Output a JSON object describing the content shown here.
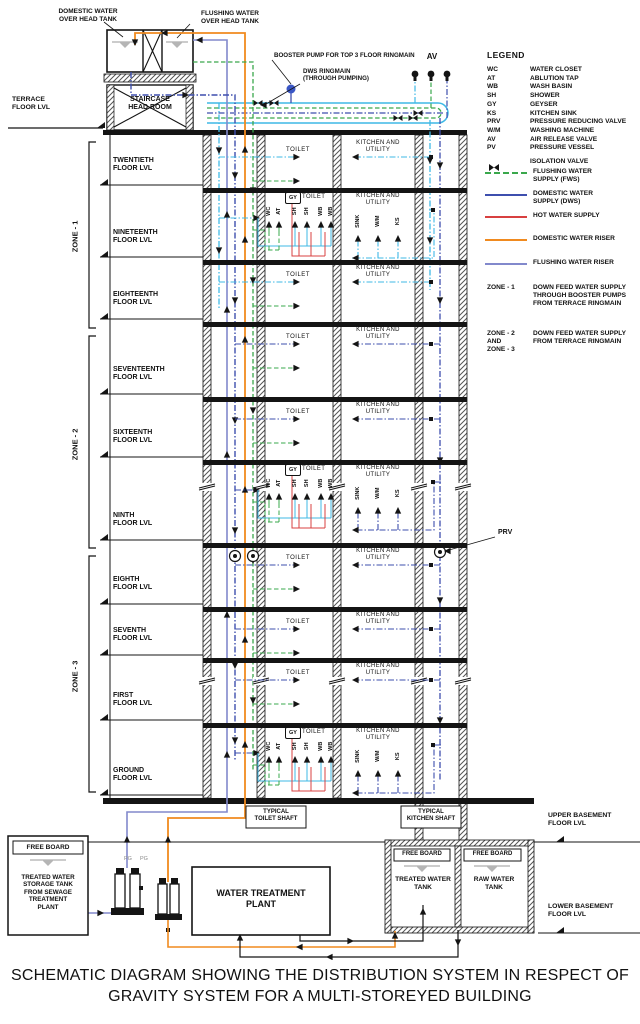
{
  "title": "SCHEMATIC DIAGRAM SHOWING THE DISTRIBUTION SYSTEM IN RESPECT OF\nGRAVITY SYSTEM FOR A MULTI-STOREYED BUILDING",
  "colors": {
    "cyan": "#3fb9e6",
    "green": "#3aa84c",
    "blue": "#3e4fae",
    "purple": "#8289cc",
    "orange": "#f08a1f",
    "red": "#d84040",
    "dark": "#141414",
    "gray": "#8a8a8a",
    "pump_blue": "#3a56c5"
  },
  "top": {
    "domestic_tank": "DOMESTIC WATER\nOVER HEAD TANK",
    "flushing_tank": "FLUSHING WATER\nOVER HEAD TANK",
    "terrace": "TERRACE\nFLOOR LVL",
    "staircase": "STAIRCASE\nHEAD ROOM",
    "booster": "BOOSTER PUMP FOR TOP 3 FLOOR RINGMAIN",
    "dws_ringmain": "DWS RINGMAIN\n(THROUGH PUMPING)",
    "av": "AV"
  },
  "legend": {
    "title": "LEGEND",
    "abbreviations": [
      {
        "abbr": "WC",
        "meaning": "WATER CLOSET"
      },
      {
        "abbr": "AT",
        "meaning": "ABLUTION TAP"
      },
      {
        "abbr": "WB",
        "meaning": "WASH BASIN"
      },
      {
        "abbr": "SH",
        "meaning": "SHOWER"
      },
      {
        "abbr": "GY",
        "meaning": "GEYSER"
      },
      {
        "abbr": "KS",
        "meaning": "KITCHEN SINK"
      },
      {
        "abbr": "PRV",
        "meaning": "PRESSURE REDUCING VALVE"
      },
      {
        "abbr": "W/M",
        "meaning": "WASHING MACHINE"
      },
      {
        "abbr": "AV",
        "meaning": "AIR RELEASE VALVE"
      },
      {
        "abbr": "PV",
        "meaning": "PRESSURE VESSEL"
      }
    ],
    "valve_meaning": "ISOLATION VALVE",
    "lines": [
      {
        "label": "FLUSHING WATER\nSUPPLY (FWS)",
        "color": "#3aa84c",
        "dash": "dashed"
      },
      {
        "label": "DOMESTIC WATER\nSUPPLY (DWS)",
        "color": "#3e4fae",
        "dash": "solid"
      },
      {
        "label": "HOT WATER SUPPLY",
        "color": "#d84040",
        "dash": "solid"
      },
      {
        "label": "DOMESTIC WATER RISER",
        "color": "#f08a1f",
        "dash": "solid"
      },
      {
        "label": "FLUSHING WATER RISER",
        "color": "#8289cc",
        "dash": "solid"
      }
    ],
    "zones": [
      {
        "zone": "ZONE - 1",
        "desc": "DOWN FEED WATER SUPPLY\nTHROUGH BOOSTER PUMPS\nFROM TERRACE RINGMAIN"
      },
      {
        "zone": "ZONE - 2\nAND\nZONE - 3",
        "desc": "DOWN FEED WATER SUPPLY\nFROM TERRACE RINGMAIN"
      }
    ]
  },
  "zones": [
    "ZONE - 1",
    "ZONE - 2",
    "ZONE - 3"
  ],
  "floors": [
    "TWENTIETH\nFLOOR LVL",
    "NINETEENTH\nFLOOR LVL",
    "EIGHTEENTH\nFLOOR LVL",
    "SEVENTEENTH\nFLOOR LVL",
    "SIXTEENTH\nFLOOR LVL",
    "NINTH\nFLOOR LVL",
    "EIGHTH\nFLOOR LVL",
    "SEVENTH\nFLOOR LVL",
    "FIRST\nFLOOR LVL",
    "GROUND\nFLOOR LVL"
  ],
  "rooms": {
    "toilet": "TOILET",
    "kitchen": "KITCHEN AND\nUTILITY"
  },
  "fixtures": {
    "geyser": "GY",
    "toilet": [
      "WC",
      "AT",
      "SH",
      "SH",
      "WB",
      "WB"
    ],
    "kitchen": [
      "SINK",
      "W/M",
      "KS"
    ]
  },
  "prv": "PRV",
  "bottom": {
    "free_board": "FREE BOARD",
    "treated_storage": "TREATED WATER\nSTORAGE TANK\nFROM SEWAGE\nTREATMENT\nPLANT",
    "water_treatment": "WATER TREATMENT\nPLANT",
    "treated_tank": "TREATED WATER\nTANK",
    "raw_tank": "RAW WATER\nTANK",
    "typical_toilet": "TYPICAL\nTOILET SHAFT",
    "typical_kitchen": "TYPICAL\nKITCHEN SHAFT",
    "upper_basement": "UPPER BASEMENT\nFLOOR LVL",
    "lower_basement": "LOWER BASEMENT\nFLOOR LVL",
    "pg": "PG"
  }
}
